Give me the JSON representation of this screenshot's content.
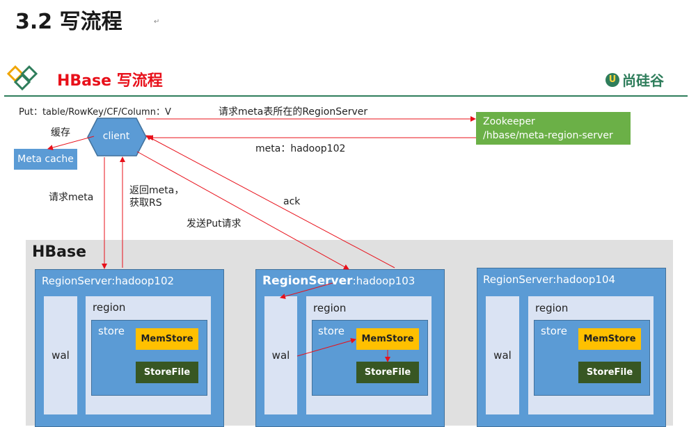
{
  "header": {
    "section_title": "3.2  写流程",
    "section_mark": "↵"
  },
  "slide": {
    "title": "HBase 写流程",
    "brand": "尚硅谷"
  },
  "nodes": {
    "client": "client",
    "meta_cache": "Meta cache",
    "zookeeper_line1": "Zookeeper",
    "zookeeper_line2": "/hbase/meta-region-server"
  },
  "edges": {
    "put_cmd": "Put：table/RowKey/CF/Column：V",
    "cache": "缓存",
    "req_meta_rs": "请求meta表所在的RegionServer",
    "meta_location": "meta：hadoop102",
    "req_meta": "请求meta",
    "return_meta_line1": "返回meta，",
    "return_meta_line2": "获取RS",
    "send_put": "发送Put请求",
    "ack": "ack"
  },
  "hbase": {
    "title": "HBase",
    "servers": [
      {
        "prefix": "",
        "name": "RegionServer:hadoop102",
        "wal": "wal",
        "region": "region",
        "store": "store",
        "memstore": "MemStore",
        "storefile": "StoreFile"
      },
      {
        "prefix": "RegionServer",
        "name": ":hadoop103",
        "wal": "wal",
        "region": "region",
        "store": "store",
        "memstore": "MemStore",
        "storefile": "StoreFile"
      },
      {
        "prefix": "",
        "name": "RegionServer:hadoop104",
        "wal": "wal",
        "region": "region",
        "store": "store",
        "memstore": "MemStore",
        "storefile": "StoreFile"
      }
    ]
  },
  "colors": {
    "arrow": "#e8101a",
    "rs_blue": "#5b9bd5",
    "zookeeper_green": "#6bb047",
    "memstore": "#ffc000",
    "storefile": "#385723",
    "title_red": "#e8101a"
  }
}
